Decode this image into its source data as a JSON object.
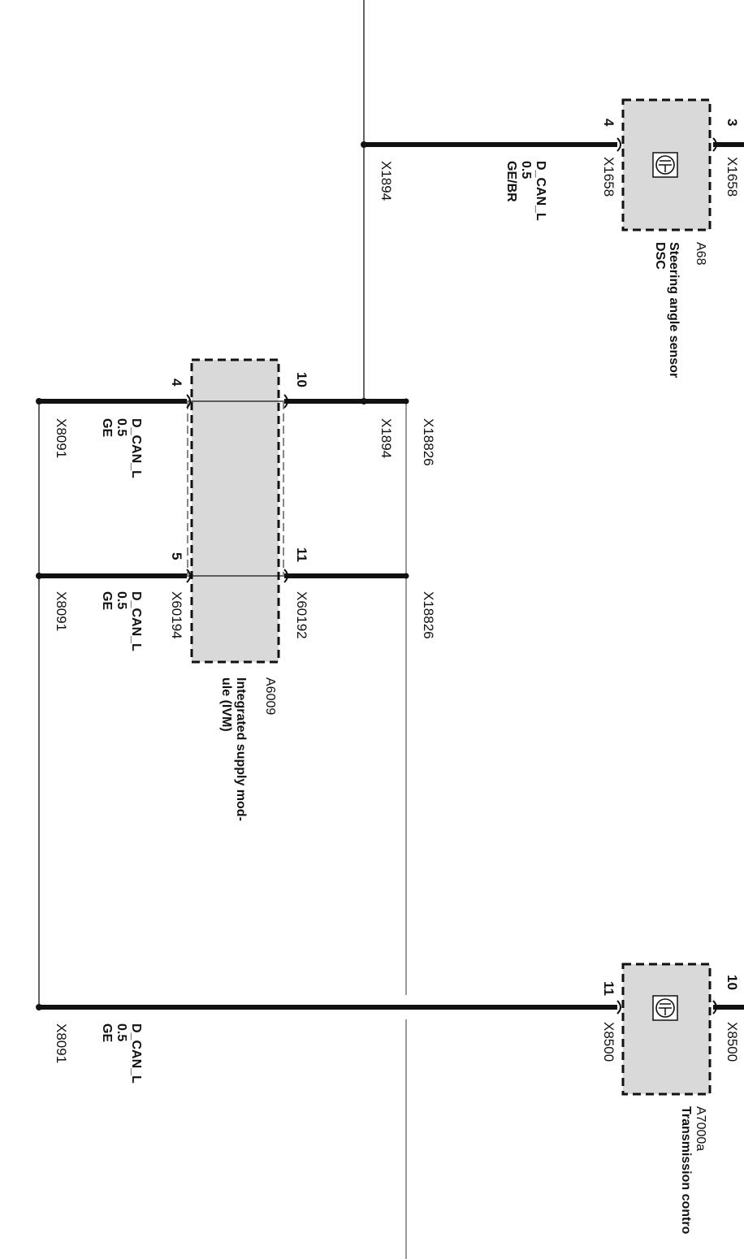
{
  "components": {
    "a68": {
      "code": "A68",
      "name_line1": "Steering angle sensor",
      "name_line2": "DSC",
      "pin_top": "3",
      "pin_bottom": "4",
      "conn_top": "X1658",
      "conn_bottom": "X1658"
    },
    "a6009": {
      "code": "A6009",
      "name_line1": "Integrated supply mod-",
      "name_line2": "ule (IVM)",
      "pin_top_upper": "10",
      "pin_top_lower": "11",
      "pin_bottom_upper": "4",
      "pin_bottom_lower": "5",
      "conn_top": "X60192",
      "conn_bottom": "X60194"
    },
    "a7000a": {
      "code": "A7000a",
      "name_line1": "Transmission contro",
      "pin_top": "10",
      "pin_bottom": "11",
      "conn_top": "X8500",
      "conn_bottom": "X8500"
    }
  },
  "wires": {
    "w1": {
      "signal": "D_CAN_L",
      "size": "0.5",
      "color": "GE/BR"
    },
    "w2": {
      "signal": "D_CAN_L",
      "size": "0.5",
      "color": "GE"
    },
    "w3": {
      "signal": "D_CAN_L",
      "size": "0.5",
      "color": "GE"
    },
    "w4": {
      "signal": "D_CAN_L",
      "size": "0.5",
      "color": "GE"
    }
  },
  "connectors": {
    "x1894_a": "X1894",
    "x1894_b": "X1894",
    "x18826_a": "X18826",
    "x18826_b": "X18826",
    "x8091_a": "X8091",
    "x8091_b": "X8091",
    "x8091_c": "X8091"
  }
}
